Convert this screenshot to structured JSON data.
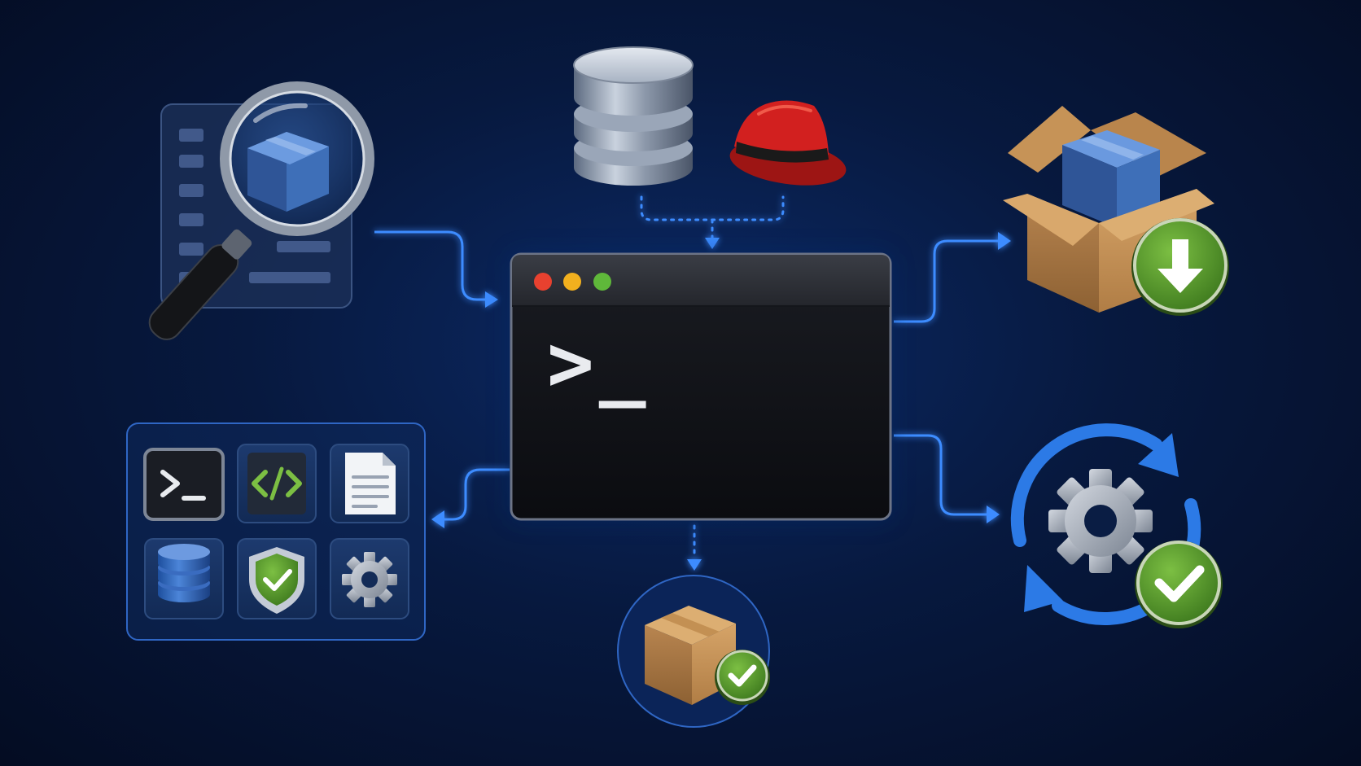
{
  "terminal": {
    "prompt": ">_",
    "buttons": [
      {
        "name": "close",
        "color": "#e8412f"
      },
      {
        "name": "minimize",
        "color": "#f2b01e"
      },
      {
        "name": "maximize",
        "color": "#5fb83a"
      }
    ]
  },
  "colors": {
    "background": "#07193f",
    "connector": "#3d8cff",
    "success": "#5a9a2e",
    "redhat": "#d2201f",
    "box": "#c8955a",
    "cube": "#3f6fb8"
  },
  "icons": {
    "search": "magnifier-over-package-list-icon",
    "source": "database-and-redhat-icon",
    "install": "open-box-download-icon",
    "update": "sync-gear-check-icon",
    "verified": "package-check-icon",
    "tools": [
      "terminal-icon",
      "code-icon",
      "document-icon",
      "database-icon",
      "shield-check-icon",
      "gear-icon"
    ]
  }
}
